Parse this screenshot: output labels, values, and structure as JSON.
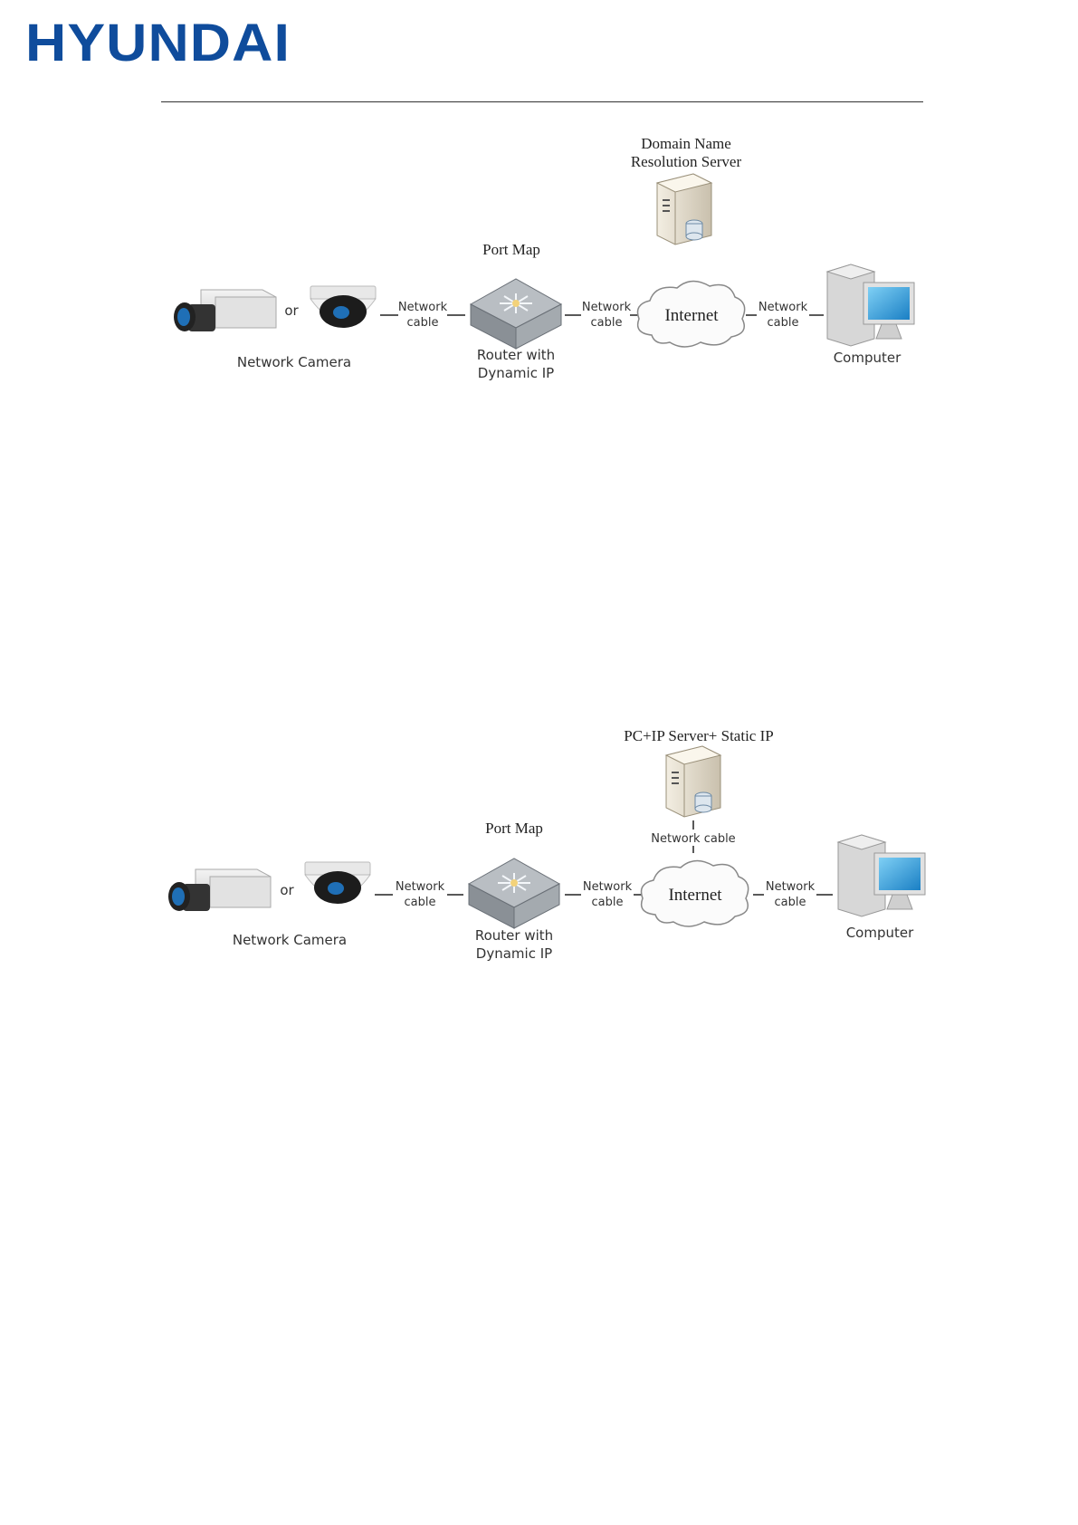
{
  "brand": {
    "logo_text": "HYUNDAI",
    "color": "#0f4c9c"
  },
  "diagram1": {
    "server_label_line1": "Domain Name",
    "server_label_line2": "Resolution Server",
    "port_map": "Port Map",
    "or": "or",
    "camera_label": "Network Camera",
    "cable1_line1": "Network",
    "cable1_line2": "cable",
    "cable2_line1": "Network",
    "cable2_line2": "cable",
    "cable3_line1": "Network",
    "cable3_line2": "cable",
    "router_line1": "Router  with",
    "router_line2": "Dynamic IP",
    "internet": "Internet",
    "computer": "Computer"
  },
  "diagram2": {
    "server_label": "PC+IP Server+ Static IP",
    "server_cable": "Network cable",
    "port_map": "Port Map",
    "or": "or",
    "camera_label": "Network Camera",
    "cable1_line1": "Network",
    "cable1_line2": "cable",
    "cable2_line1": "Network",
    "cable2_line2": "cable",
    "cable3_line1": "Network",
    "cable3_line2": "cable",
    "router_line1": "Router  with",
    "router_line2": "Dynamic IP",
    "internet": "Internet",
    "computer": "Computer"
  },
  "icons": [
    "box-camera-icon",
    "dome-camera-icon",
    "router-icon",
    "cloud-icon",
    "computer-icon",
    "server-icon"
  ]
}
